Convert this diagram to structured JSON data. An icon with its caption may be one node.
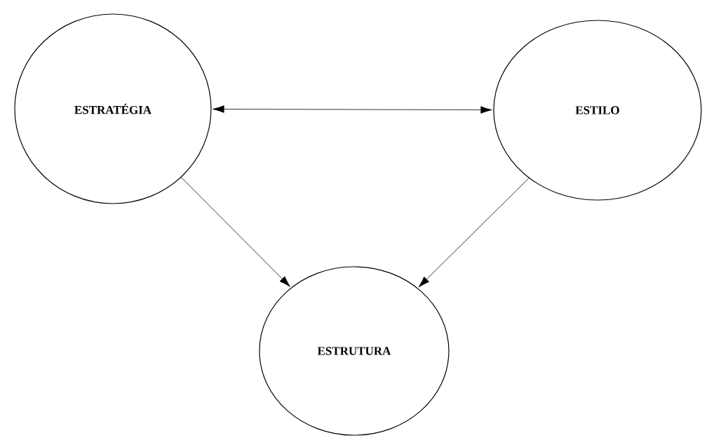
{
  "diagram": {
    "nodes": [
      {
        "text": [
          "ESTRATÉGIA"
        ]
      },
      {
        "text": [
          "ESTILO"
        ]
      },
      {
        "text": [
          "ESTRUTURA"
        ]
      }
    ],
    "edges": [
      {
        "from": 0,
        "to": 1,
        "arrow": "both"
      },
      {
        "from": 0,
        "to": 2,
        "arrow": "to"
      },
      {
        "from": 1,
        "to": 2,
        "arrow": "to"
      }
    ]
  }
}
